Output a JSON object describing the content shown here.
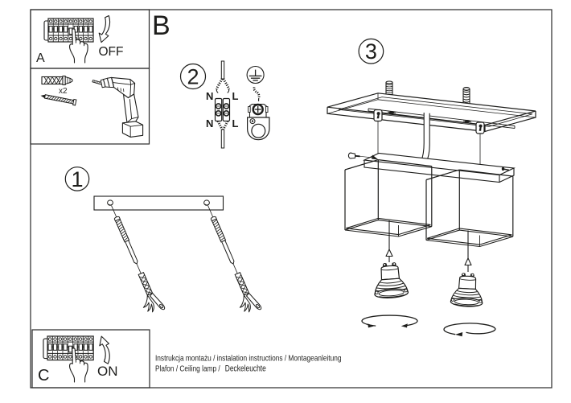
{
  "page": {
    "background": "#ffffff",
    "ink_color": "#1d1d1b",
    "kind": "ceiling lamp installation instruction sheet"
  },
  "sections": {
    "a": {
      "label": "A",
      "switch_state": "OFF"
    },
    "b": {
      "label": "B"
    },
    "c": {
      "label": "C",
      "switch_state": "ON"
    },
    "tools": {
      "quantity": "x2"
    }
  },
  "steps": {
    "one": {
      "number": "1"
    },
    "two": {
      "number": "2"
    },
    "three": {
      "number": "3"
    }
  },
  "wiring": {
    "top_left": "N",
    "top_right": "L",
    "bottom_left": "N",
    "bottom_right": "L"
  },
  "footer": {
    "line1": "Instrukcja montażu / instalation instructions / Montageanleitung",
    "line2_part1": "Plafon / Ceiling lamp / ",
    "line2_part2": "Deckeleuchte"
  }
}
